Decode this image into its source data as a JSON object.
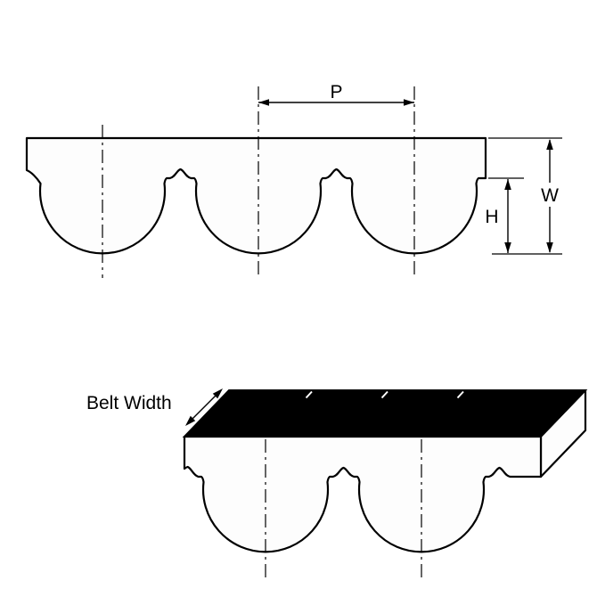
{
  "labels": {
    "pitch": "P",
    "belt_thickness": "W",
    "tooth_height": "H",
    "belt_width": "Belt Width"
  },
  "colors": {
    "line": "#000000",
    "belt_fill": "#fdfdfd",
    "top_face_fill": "#000000",
    "background": "#ffffff"
  }
}
